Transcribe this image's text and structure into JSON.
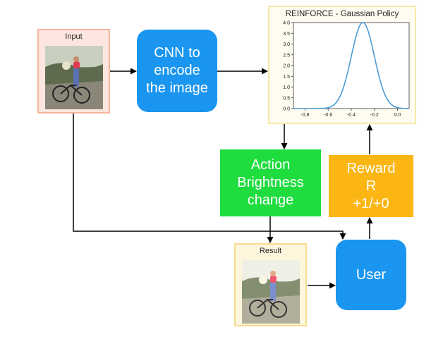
{
  "input": {
    "label": "Input"
  },
  "result": {
    "label": "Result"
  },
  "cnn": {
    "text": "CNN to\nencode\nthe image"
  },
  "action": {
    "text": "Action\nBrightness\nchange"
  },
  "reward": {
    "text": "Reward\nR\n+1/+0"
  },
  "user": {
    "text": "User"
  },
  "colors": {
    "blue_box": "#1a96f0",
    "green_box": "#1fdc3f",
    "orange_box": "#fcb614",
    "curve": "#4a9bd4"
  },
  "chart_data": {
    "type": "line",
    "title": "REINFORCE - Gaussian Policy",
    "xlim": [
      -0.9,
      0.1
    ],
    "ylim": [
      0.0,
      4.0
    ],
    "x_ticks": [
      "-0.8",
      "-0.6",
      "-0.4",
      "-0.2",
      "0.0"
    ],
    "y_ticks": [
      "0.0",
      "0.5",
      "1.0",
      "1.5",
      "2.0",
      "2.5",
      "3.0",
      "3.5",
      "4.0"
    ],
    "gaussian": {
      "mean": -0.3,
      "peak": 4.0,
      "std": 0.1
    }
  }
}
